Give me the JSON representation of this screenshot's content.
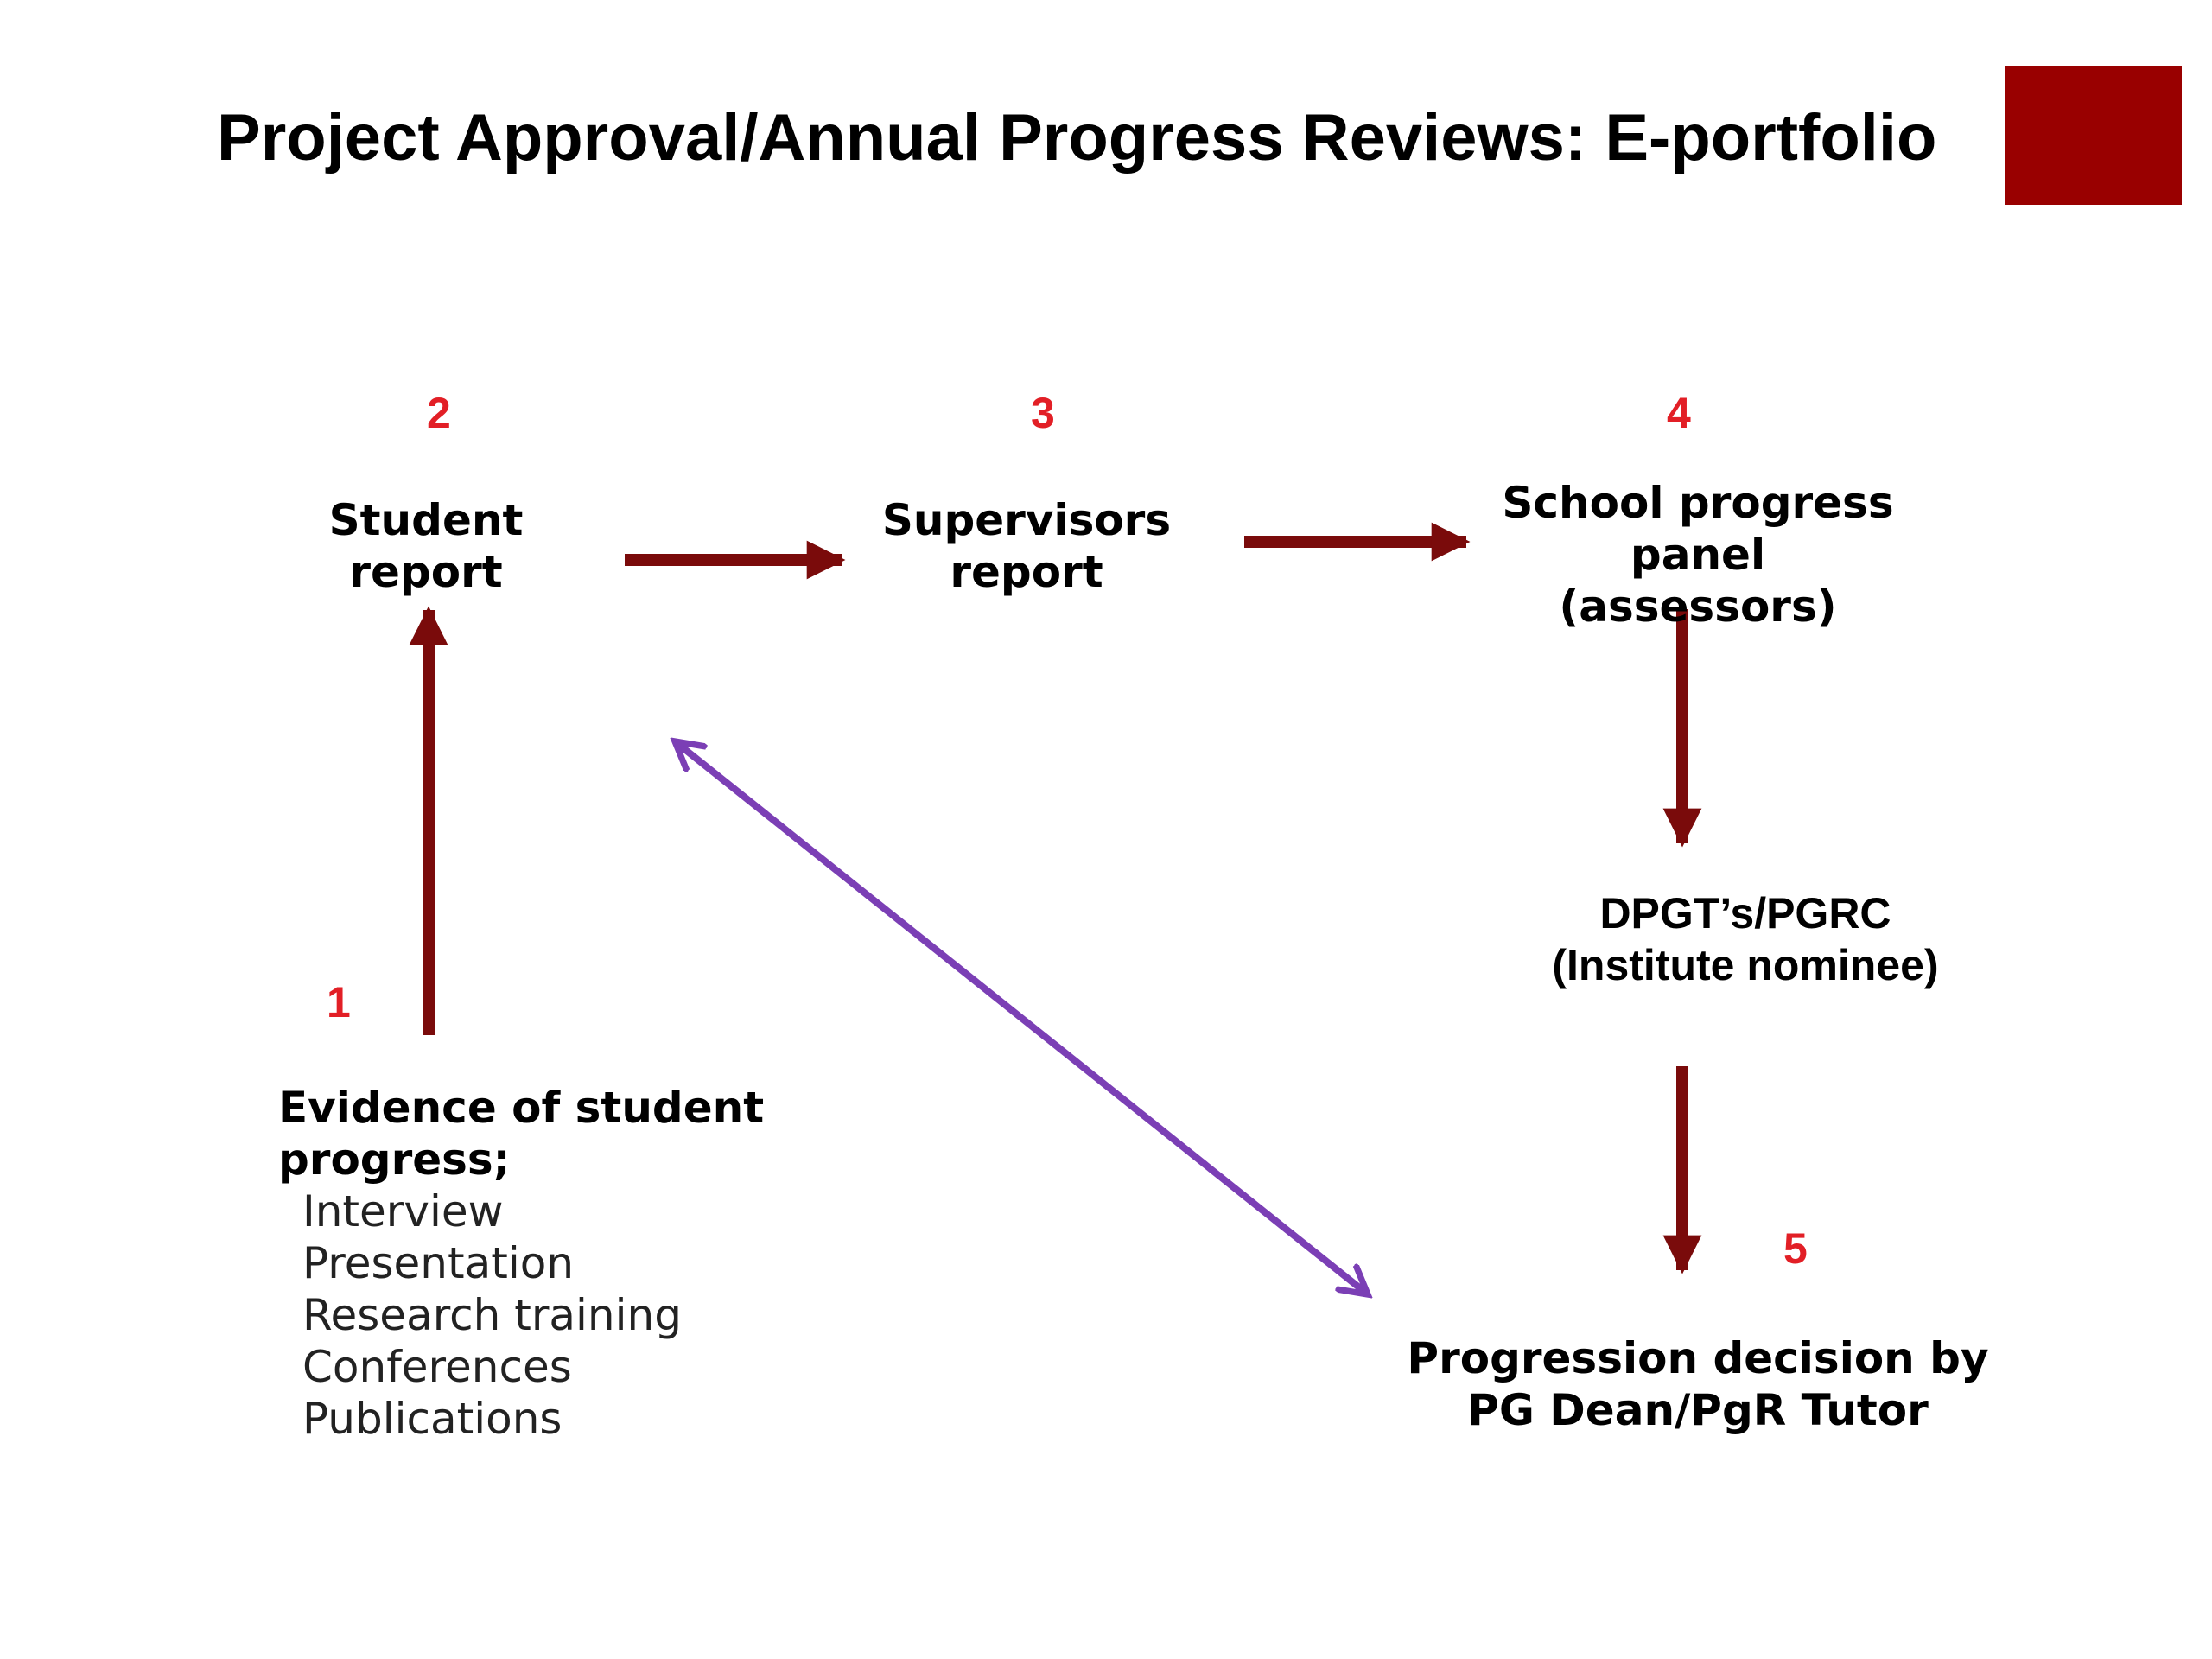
{
  "slide": {
    "title": "Project Approval/Annual  Progress Reviews: E-portfolio",
    "accent_color": "#990000",
    "arrow_color": "#7a0b0b",
    "feedback_arrow_color": "#7b3fb5",
    "step_number_color": "#e21f26"
  },
  "steps": {
    "evidence": {
      "number": "1",
      "heading": "Evidence of student\nprogress;",
      "items": [
        "Interview",
        "Presentation",
        "Research training",
        "Conferences",
        "Publications"
      ]
    },
    "student_report": {
      "number": "2",
      "label": "Student\nreport"
    },
    "supervisors_report": {
      "number": "3",
      "label": "Supervisors\nreport"
    },
    "school_panel": {
      "number": "4",
      "label": "School progress\npanel\n(assessors)"
    },
    "dpgt": {
      "label": "DPGT’s/PGRC\n(Institute nominee)"
    },
    "decision": {
      "number": "5",
      "label": "Progression decision by\nPG Dean/PgR Tutor"
    }
  }
}
